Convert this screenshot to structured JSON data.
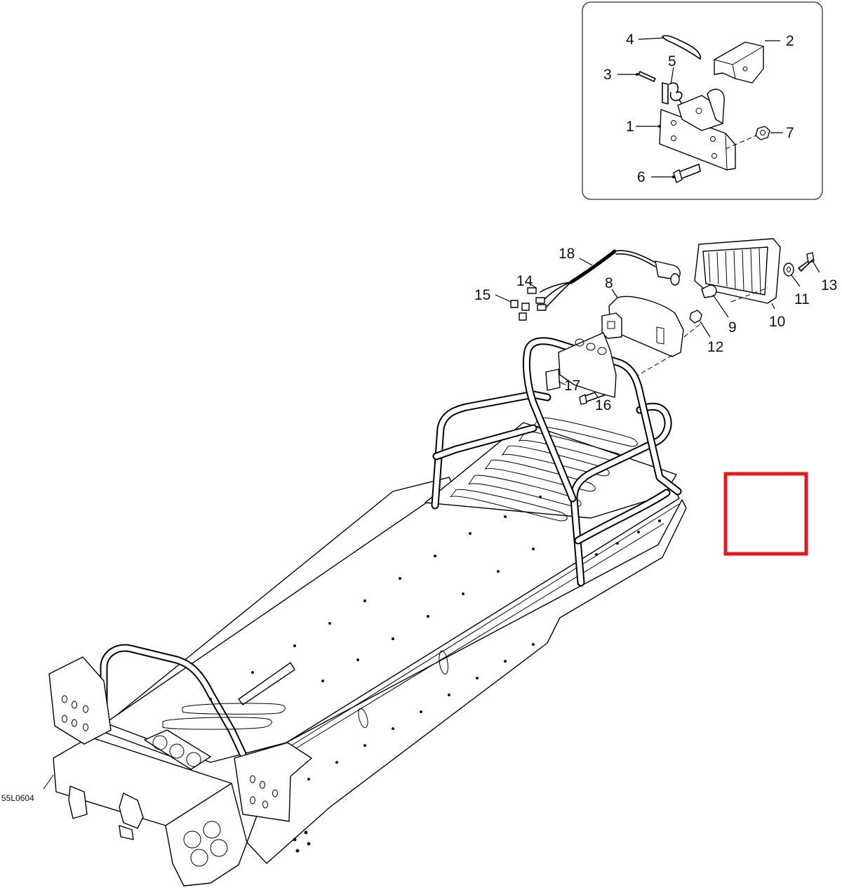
{
  "drawing_code": "55L0604",
  "inset_callouts": [
    {
      "id": "callout-1",
      "label": "1"
    },
    {
      "id": "callout-2",
      "label": "2"
    },
    {
      "id": "callout-3",
      "label": "3"
    },
    {
      "id": "callout-4",
      "label": "4"
    },
    {
      "id": "callout-5",
      "label": "5"
    },
    {
      "id": "callout-6",
      "label": "6"
    },
    {
      "id": "callout-7",
      "label": "7"
    }
  ],
  "main_callouts": [
    {
      "id": "callout-8",
      "label": "8"
    },
    {
      "id": "callout-9",
      "label": "9"
    },
    {
      "id": "callout-10",
      "label": "10"
    },
    {
      "id": "callout-11",
      "label": "11"
    },
    {
      "id": "callout-12",
      "label": "12"
    },
    {
      "id": "callout-13",
      "label": "13"
    },
    {
      "id": "callout-14",
      "label": "14"
    },
    {
      "id": "callout-15",
      "label": "15"
    },
    {
      "id": "callout-16",
      "label": "16"
    },
    {
      "id": "callout-17",
      "label": "17"
    },
    {
      "id": "callout-18",
      "label": "18"
    }
  ],
  "colors": {
    "line": "#000000",
    "background": "#ffffff",
    "inset_border": "#333333",
    "highlight_box": "#e3191f"
  }
}
